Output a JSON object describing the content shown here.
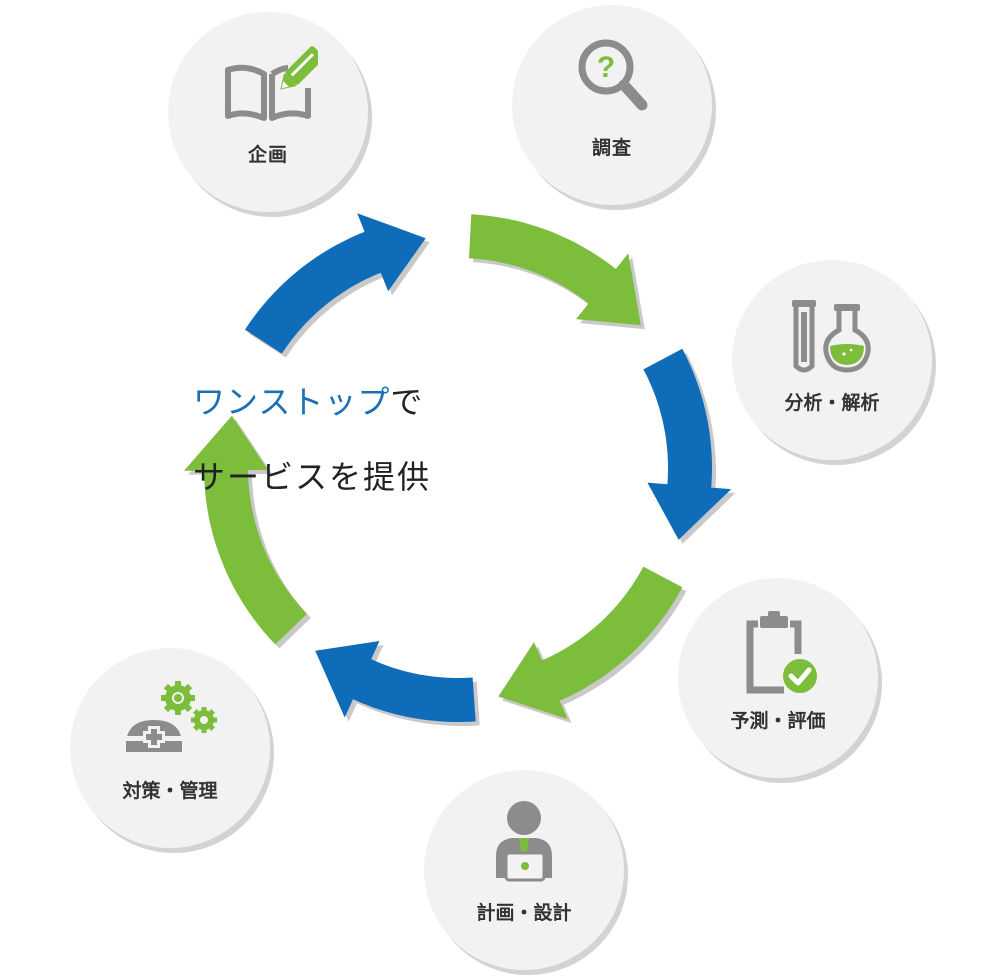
{
  "headline": {
    "accent_text": "ワンストップ",
    "accent_suffix": "で",
    "line2": "サービスを提供"
  },
  "colors": {
    "blue": "#0f6cb8",
    "green": "#7cbd3b",
    "circle": "#f2f2f2",
    "icon_gray": "#8c8c8c",
    "text": "#333333",
    "accent_text": "#1a6fb5"
  },
  "steps": [
    {
      "label": "企画",
      "icon": "book-pencil-icon"
    },
    {
      "label": "調査",
      "icon": "magnifier-question-icon"
    },
    {
      "label": "分析・解析",
      "icon": "test-tube-flask-icon"
    },
    {
      "label": "予測・評価",
      "icon": "clipboard-check-icon"
    },
    {
      "label": "計画・設計",
      "icon": "person-laptop-icon"
    },
    {
      "label": "対策・管理",
      "icon": "helmet-gears-icon"
    }
  ],
  "arrows": [
    {
      "color": "blue",
      "from": "対策・管理",
      "to": "企画"
    },
    {
      "color": "green",
      "from": "企画",
      "to": "調査"
    },
    {
      "color": "blue",
      "from": "調査",
      "to": "分析・解析"
    },
    {
      "color": "green",
      "from": "分析・解析",
      "to": "予測・評価"
    },
    {
      "color": "blue",
      "from": "予測・評価",
      "to": "計画・設計"
    },
    {
      "color": "green",
      "from": "計画・設計",
      "to": "対策・管理"
    }
  ]
}
